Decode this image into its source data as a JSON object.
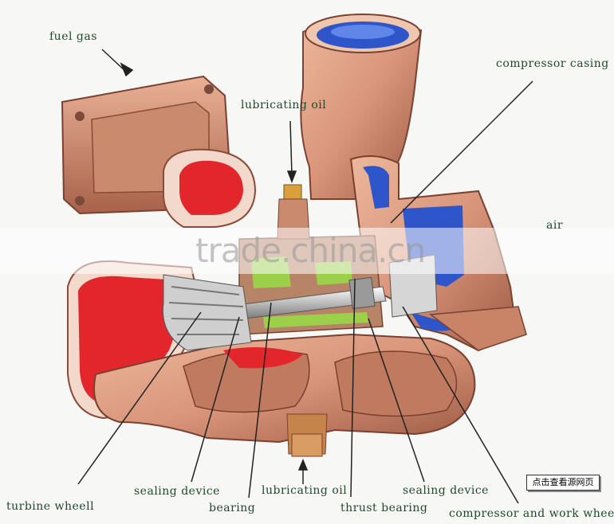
{
  "labels": {
    "fuel_gas": "fuel gas",
    "lubricating_oil_top": "lubricating oil",
    "compressor_casing": "compressor casing",
    "air": "air",
    "turbine_wheel": "turbine wheell",
    "sealing_device_left": "sealing device",
    "bearing": "bearing",
    "lubricating_oil_bottom": "lubricating oil",
    "thrust_bearing": "thrust bearing",
    "sealing_device_right": "sealing device",
    "compressor_and_work_wheel": "compressor and work wheel"
  },
  "watermark": "trade.china.cn",
  "view_button": "点击查看源网页",
  "colors": {
    "casing": "#d9957a",
    "casing_dark": "#a8614a",
    "hot_section": "#e3262b",
    "cool_section": "#2e55c9",
    "shaft": "#c9c9c9",
    "oil_green": "#9ccf4a",
    "label_text": "#1c4a2a"
  }
}
